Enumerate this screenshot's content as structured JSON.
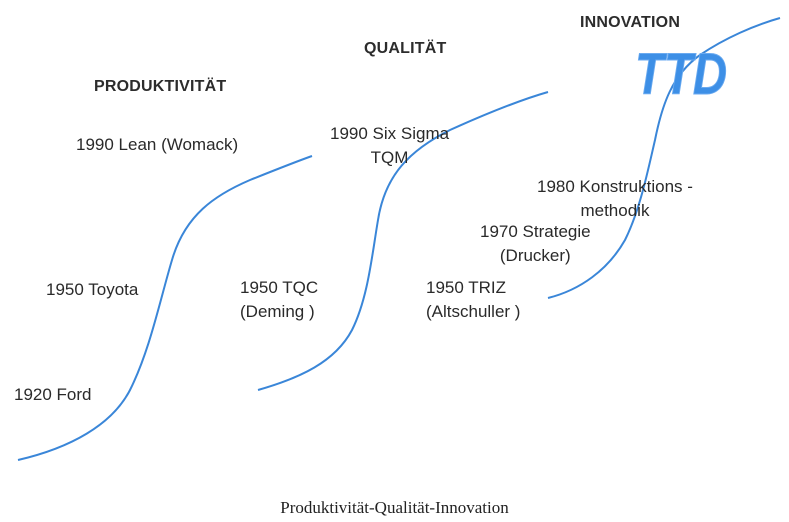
{
  "headings": {
    "productivity": "PRODUKTIVITÄT",
    "quality": "QUALITÄT",
    "innovation": "INNOVATION"
  },
  "logo": {
    "text": "TTD",
    "color": "#3d8fe6"
  },
  "curve_color": "#3a86d8",
  "milestones": {
    "ford": "1920 Ford",
    "toyota": "1950 Toyota",
    "lean": "1990 Lean (Womack)",
    "tqc_line1": "1950 TQC",
    "tqc_line2": "(Deming )",
    "six_sigma_line1": "1990 Six Sigma",
    "six_sigma_line2": "TQM",
    "triz_line1": "1950 TRIZ",
    "triz_line2": "(Altschuller )",
    "strategie_line1": "1970 Strategie",
    "strategie_line2": "(Drucker)",
    "konstruktion_line1": "1980 Konstruktions -",
    "konstruktion_line2": "methodik"
  },
  "caption": "Produktivität-Qualität-Innovation"
}
